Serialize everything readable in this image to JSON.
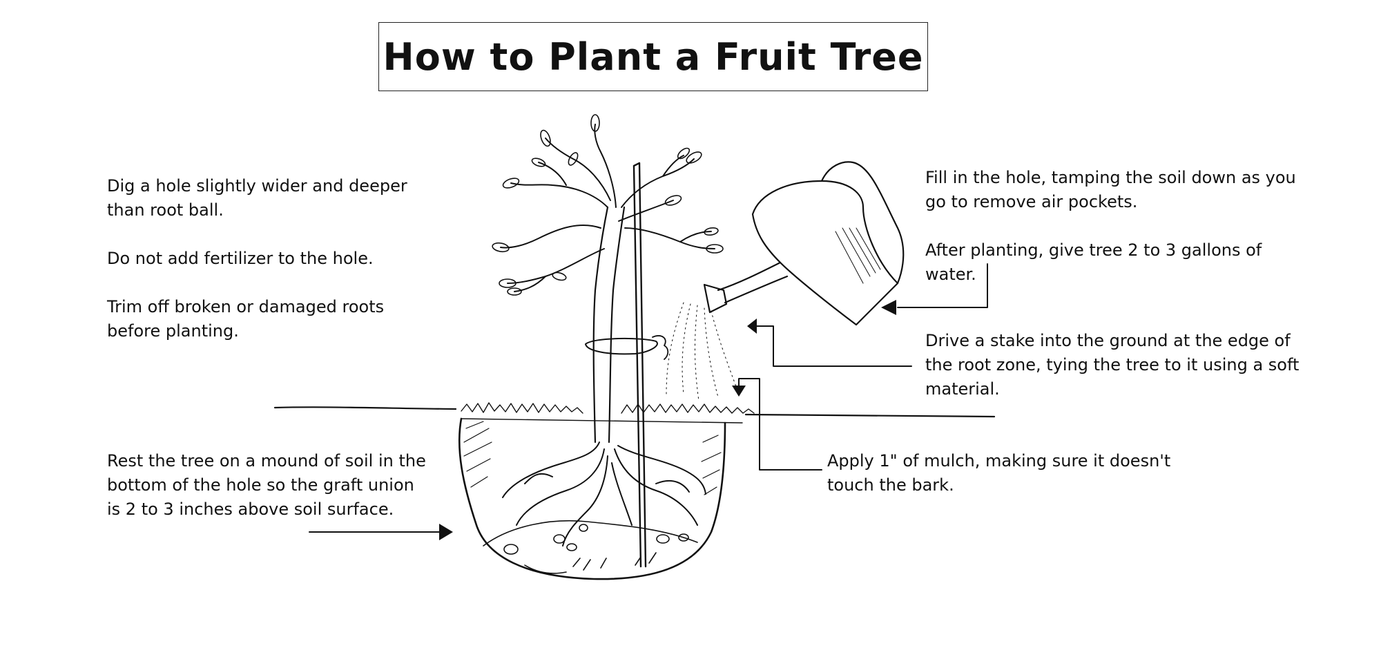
{
  "title": "How to Plant a Fruit Tree",
  "notes": {
    "left_top": [
      "Dig a hole slightly wider and deeper",
      "than root ball.",
      "Do not add fertilizer to the hole.",
      "Trim off broken or damaged roots",
      "before planting."
    ],
    "left_bottom": [
      "Rest the tree on a mound of soil in the",
      "bottom of the hole so the graft union",
      "is 2 to 3 inches above soil surface."
    ],
    "right_fill": [
      "Fill in the hole, tamping the soil down as you",
      "go to remove air pockets."
    ],
    "right_water": [
      "After planting, give tree 2 to 3 gallons of",
      "water."
    ],
    "right_stake": [
      "Drive a stake into the ground at the edge of",
      "the root zone, tying the tree to it using a soft",
      "material."
    ],
    "mulch": [
      "Apply 1\" of mulch, making sure it doesn't",
      "touch the bark."
    ]
  },
  "colors": {
    "ink": "#111111",
    "paper": "#ffffff"
  }
}
